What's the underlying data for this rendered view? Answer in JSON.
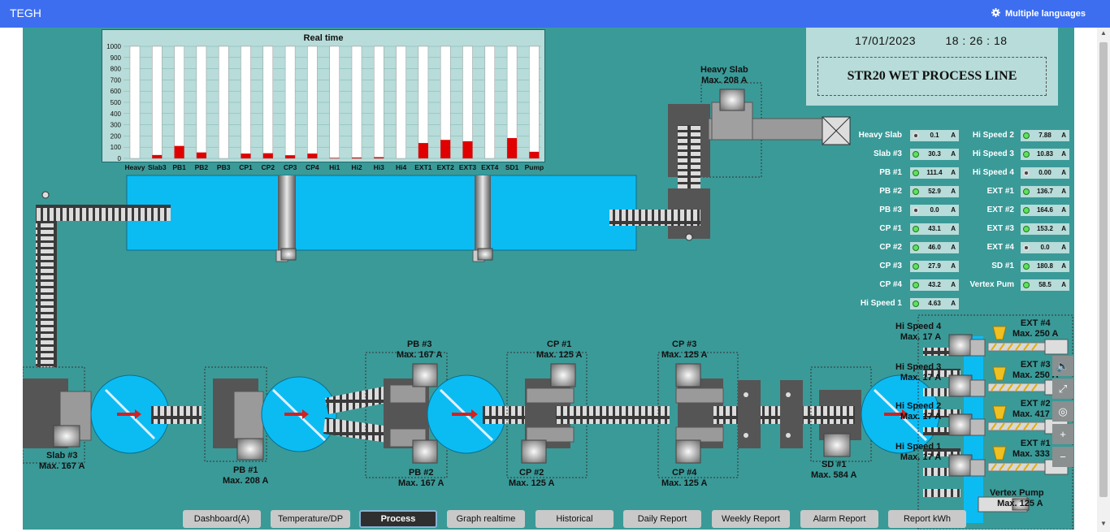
{
  "app": {
    "brand": "TEGH",
    "language_label": "Multiple languages"
  },
  "chart_data": {
    "type": "bar",
    "title": "Real time",
    "categories": [
      "Heavy",
      "Slab3",
      "PB1",
      "PB2",
      "PB3",
      "CP1",
      "CP2",
      "CP3",
      "CP4",
      "Hi1",
      "Hi2",
      "Hi3",
      "Hi4",
      "EXT1",
      "EXT2",
      "EXT3",
      "EXT4",
      "SD1",
      "Pump"
    ],
    "values": [
      0,
      30,
      111,
      53,
      0,
      43,
      46,
      28,
      43,
      5,
      8,
      11,
      0,
      137,
      165,
      153,
      0,
      181,
      59
    ],
    "ylim": [
      0,
      1000
    ],
    "yticks": [
      "0",
      "100",
      "200",
      "300",
      "400",
      "500",
      "600",
      "700",
      "800",
      "900",
      "1000"
    ],
    "grid": true,
    "colors": {
      "bar_fill": "#e00000",
      "bar_bg": "#ffffff"
    }
  },
  "info": {
    "date": "17/01/2023",
    "time": "18 : 26 : 18",
    "line_name": "STR20 WET PROCESS LINE"
  },
  "readings_left": [
    {
      "label": "Heavy Slab",
      "value": "0.1",
      "unit": "A",
      "on": false
    },
    {
      "label": "Slab #3",
      "value": "30.3",
      "unit": "A",
      "on": true
    },
    {
      "label": "PB #1",
      "value": "111.4",
      "unit": "A",
      "on": true
    },
    {
      "label": "PB #2",
      "value": "52.9",
      "unit": "A",
      "on": true
    },
    {
      "label": "PB #3",
      "value": "0.0",
      "unit": "A",
      "on": false
    },
    {
      "label": "CP #1",
      "value": "43.1",
      "unit": "A",
      "on": true
    },
    {
      "label": "CP #2",
      "value": "46.0",
      "unit": "A",
      "on": true
    },
    {
      "label": "CP #3",
      "value": "27.9",
      "unit": "A",
      "on": true
    },
    {
      "label": "CP #4",
      "value": "43.2",
      "unit": "A",
      "on": true
    },
    {
      "label": "Hi Speed 1",
      "value": "4.63",
      "unit": "A",
      "on": true
    }
  ],
  "readings_right": [
    {
      "label": "Hi Speed 2",
      "value": "7.88",
      "unit": "A",
      "on": true
    },
    {
      "label": "Hi Speed 3",
      "value": "10.83",
      "unit": "A",
      "on": true
    },
    {
      "label": "Hi Speed 4",
      "value": "0.00",
      "unit": "A",
      "on": false
    },
    {
      "label": "EXT #1",
      "value": "136.7",
      "unit": "A",
      "on": true
    },
    {
      "label": "EXT #2",
      "value": "164.6",
      "unit": "A",
      "on": true
    },
    {
      "label": "EXT #3",
      "value": "153.2",
      "unit": "A",
      "on": true
    },
    {
      "label": "EXT #4",
      "value": "0.0",
      "unit": "A",
      "on": false
    },
    {
      "label": "SD #1",
      "value": "180.8",
      "unit": "A",
      "on": true
    },
    {
      "label": "Vertex Pum",
      "value": "58.5",
      "unit": "A",
      "on": true
    }
  ],
  "machines": {
    "heavy_slab": {
      "name": "Heavy Slab",
      "max": "Max. 208 A"
    },
    "slab3": {
      "name": "Slab #3",
      "max": "Max. 167 A"
    },
    "pb1": {
      "name": "PB #1",
      "max": "Max. 208 A"
    },
    "pb2": {
      "name": "PB #2",
      "max": "Max. 167 A"
    },
    "pb3": {
      "name": "PB #3",
      "max": "Max. 167 A"
    },
    "cp1": {
      "name": "CP #1",
      "max": "Max. 125 A"
    },
    "cp2": {
      "name": "CP #2",
      "max": "Max. 125 A"
    },
    "cp3": {
      "name": "CP #3",
      "max": "Max. 125 A"
    },
    "cp4": {
      "name": "CP #4",
      "max": "Max. 125 A"
    },
    "sd1": {
      "name": "SD #1",
      "max": "Max. 584 A"
    },
    "hs4": {
      "name": "Hi Speed 4",
      "max": "Max. 17 A"
    },
    "hs3": {
      "name": "Hi Speed 3",
      "max": "Max. 17 A"
    },
    "hs2": {
      "name": "Hi Speed 2",
      "max": "Max. 17 A"
    },
    "hs1": {
      "name": "Hi Speed 1",
      "max": "Max. 17 A"
    },
    "ext4": {
      "name": "EXT #4",
      "max": "Max. 250 A"
    },
    "ext3": {
      "name": "EXT #3",
      "max": "Max. 250 A"
    },
    "ext2": {
      "name": "EXT #2",
      "max": "Max. 417 A"
    },
    "ext1": {
      "name": "EXT #1",
      "max": "Max. 333 A"
    },
    "vertex": {
      "name": "Vertex Pump",
      "max": "Max. 125 A"
    }
  },
  "tabs": [
    {
      "label": "Dashboard(A)",
      "active": false
    },
    {
      "label": "Temperature/DP",
      "active": false
    },
    {
      "label": "Process",
      "active": true
    },
    {
      "label": "Graph realtime",
      "active": false
    },
    {
      "label": "Historical",
      "active": false
    },
    {
      "label": "Daily Report",
      "active": false
    },
    {
      "label": "Weekly Report",
      "active": false
    },
    {
      "label": "Alarm Report",
      "active": false
    },
    {
      "label": "Report kWh",
      "active": false
    }
  ],
  "tools": [
    "mute-icon",
    "expand-icon",
    "hide-icon",
    "zoom-in-icon",
    "zoom-out-icon"
  ]
}
